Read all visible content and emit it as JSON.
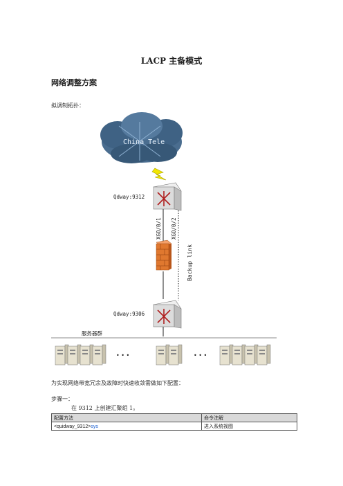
{
  "doc": {
    "title": "LACP 主备模式",
    "section_heading": "网络调整方案",
    "topology_intro": "拟调制拓扑：",
    "config_intro": "为实现网络带宽冗余及故障时快速收敛需做如下配置：",
    "step_label": "步骤一：",
    "step_text": "在 9312 上创建汇聚组 1。"
  },
  "diagram": {
    "cloud_label": "China Tele",
    "core_switch_label": "Qdway:9312",
    "access_switch_label": "Qdway:9306",
    "port_a_label": "XGO/0/1",
    "port_b_label": "XGO/0/2",
    "backup_link_label": "Backup link",
    "server_group_label": "服务器群",
    "ellipsis": "• • •",
    "colors": {
      "cloud": "#4a6d8f",
      "switch": "#d8d8d8",
      "firewall": "#e0782f",
      "lightning": "#f2e600"
    }
  },
  "table": {
    "headers": [
      "配置方法",
      "命令注解"
    ],
    "rows": [
      {
        "prompt": "<quidway_9312>",
        "keyword": "sys",
        "note": "进入系统视图"
      }
    ]
  }
}
